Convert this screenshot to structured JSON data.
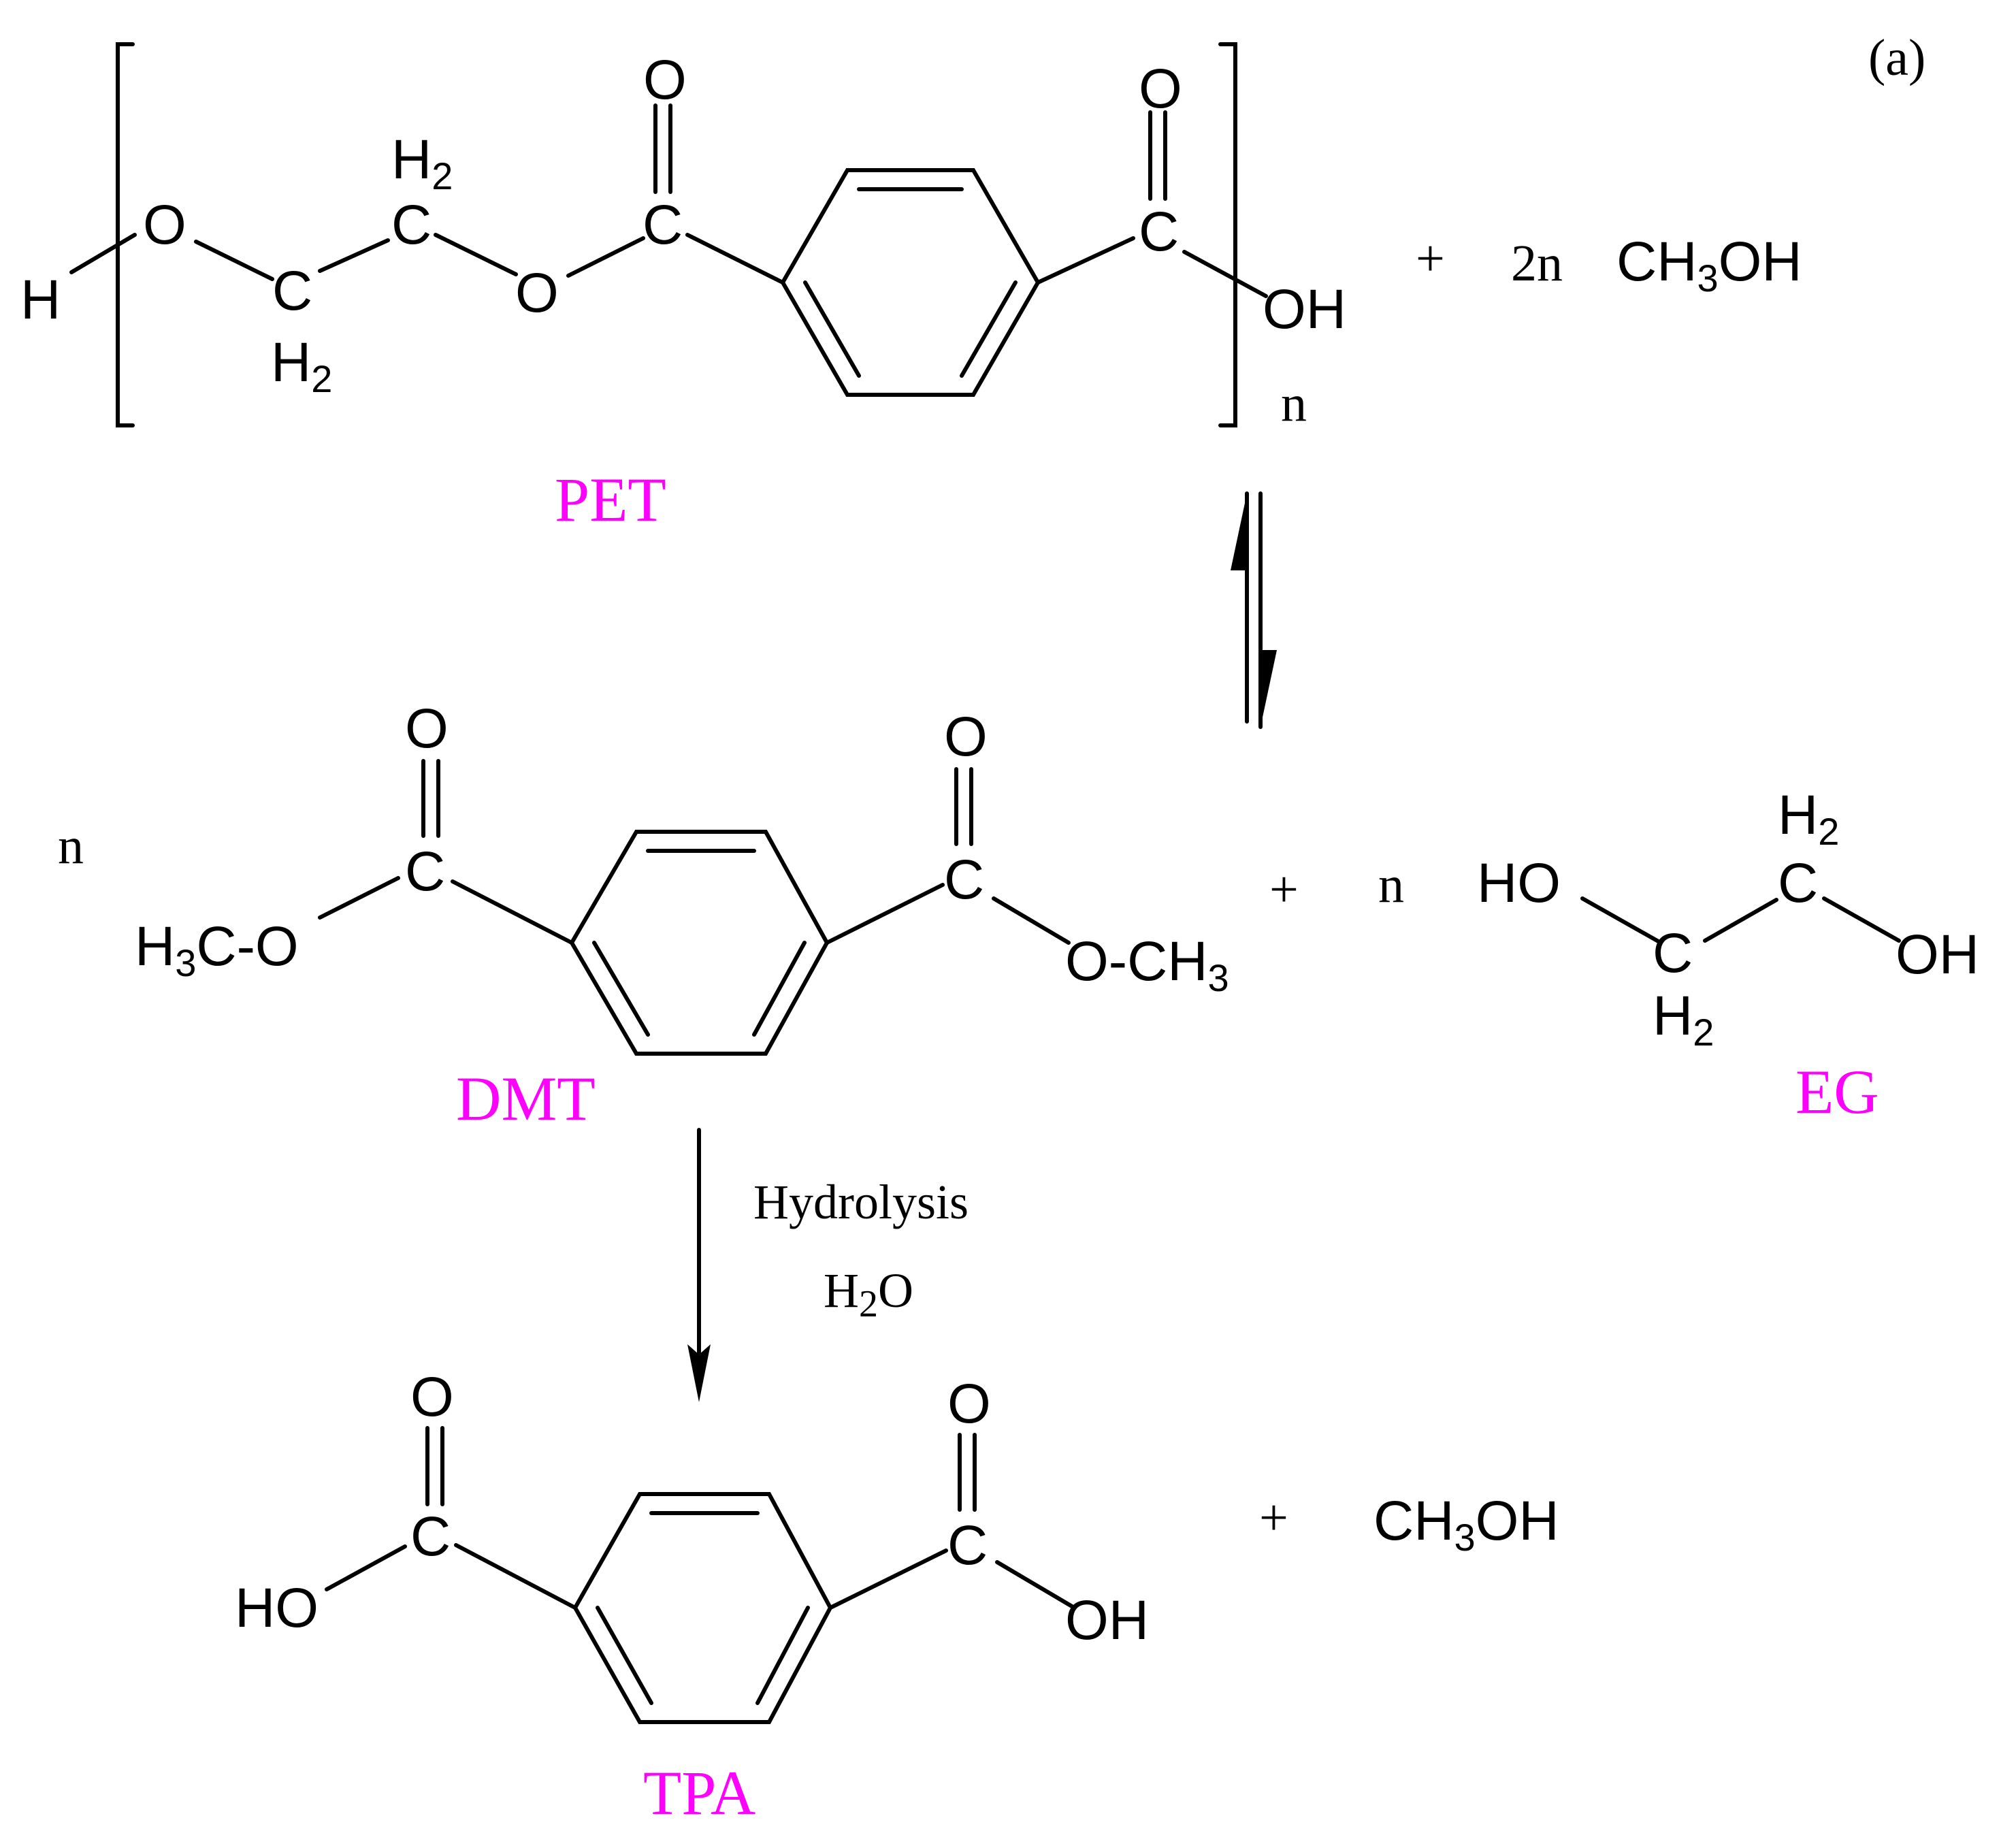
{
  "panel_label": "(a)",
  "colors": {
    "compound_label": "#ff00ff",
    "structure": "#000000"
  },
  "pet": {
    "name": "PET",
    "repeat_subscript": "n",
    "end_group_h": "H",
    "end_group_oh": "OH",
    "atoms": {
      "o_ether_left": "O",
      "c1": "C",
      "c1_h": "H",
      "c1_h_sub": "2",
      "c2": "C",
      "c2_h": "H",
      "c2_h_sub": "2",
      "o_ester": "O",
      "c_carbonyl_left": "C",
      "o_carbonyl_left": "O",
      "c_carbonyl_right": "C",
      "o_carbonyl_right": "O"
    }
  },
  "byproduct_top": {
    "plus": "+",
    "coefficient": "2n",
    "formula_prefix": "CH",
    "formula_sub": "3",
    "formula_suffix": "OH"
  },
  "dmt": {
    "name": "DMT",
    "coefficient": "n",
    "left_methyl_prefix": "H",
    "left_methyl_sub": "3",
    "left_methyl_suffix": "C-O",
    "right_methyl_prefix": "O-CH",
    "right_methyl_sub": "3",
    "c_carbonyl": "C",
    "o_carbonyl": "O"
  },
  "eg": {
    "name": "EG",
    "plus": "+",
    "coefficient": "n",
    "ho_left": "HO",
    "oh_right": "OH",
    "c": "C",
    "h": "H",
    "h_sub": "2"
  },
  "conditions": {
    "reaction": "Hydrolysis",
    "reagent_prefix": "H",
    "reagent_sub": "2",
    "reagent_suffix": "O"
  },
  "tpa": {
    "name": "TPA",
    "ho_left": "HO",
    "oh_right": "OH",
    "c_carbonyl": "C",
    "o_carbonyl": "O"
  },
  "byproduct_bottom": {
    "plus": "+",
    "formula_prefix": "CH",
    "formula_sub": "3",
    "formula_suffix": "OH"
  }
}
